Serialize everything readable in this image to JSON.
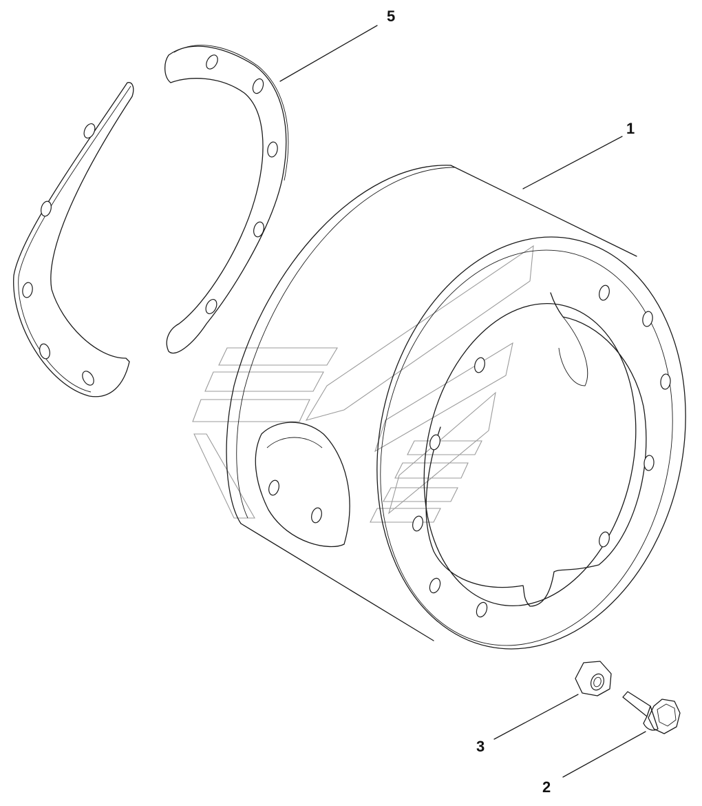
{
  "callouts": [
    {
      "id": "c1",
      "label": "1"
    },
    {
      "id": "c2",
      "label": "2"
    },
    {
      "id": "c3",
      "label": "3"
    },
    {
      "id": "c5",
      "label": "5"
    }
  ],
  "parts": [
    {
      "callout": "1",
      "icon": "wheel-spacer-drum-icon"
    },
    {
      "callout": "2",
      "icon": "flange-bolt-icon"
    },
    {
      "callout": "3",
      "icon": "flange-nut-icon"
    },
    {
      "callout": "5",
      "icon": "shim-ring-segment-icon"
    }
  ],
  "colors": {
    "line": "#1a1a1a",
    "watermark": "#9a9a9a",
    "background": "#ffffff"
  }
}
